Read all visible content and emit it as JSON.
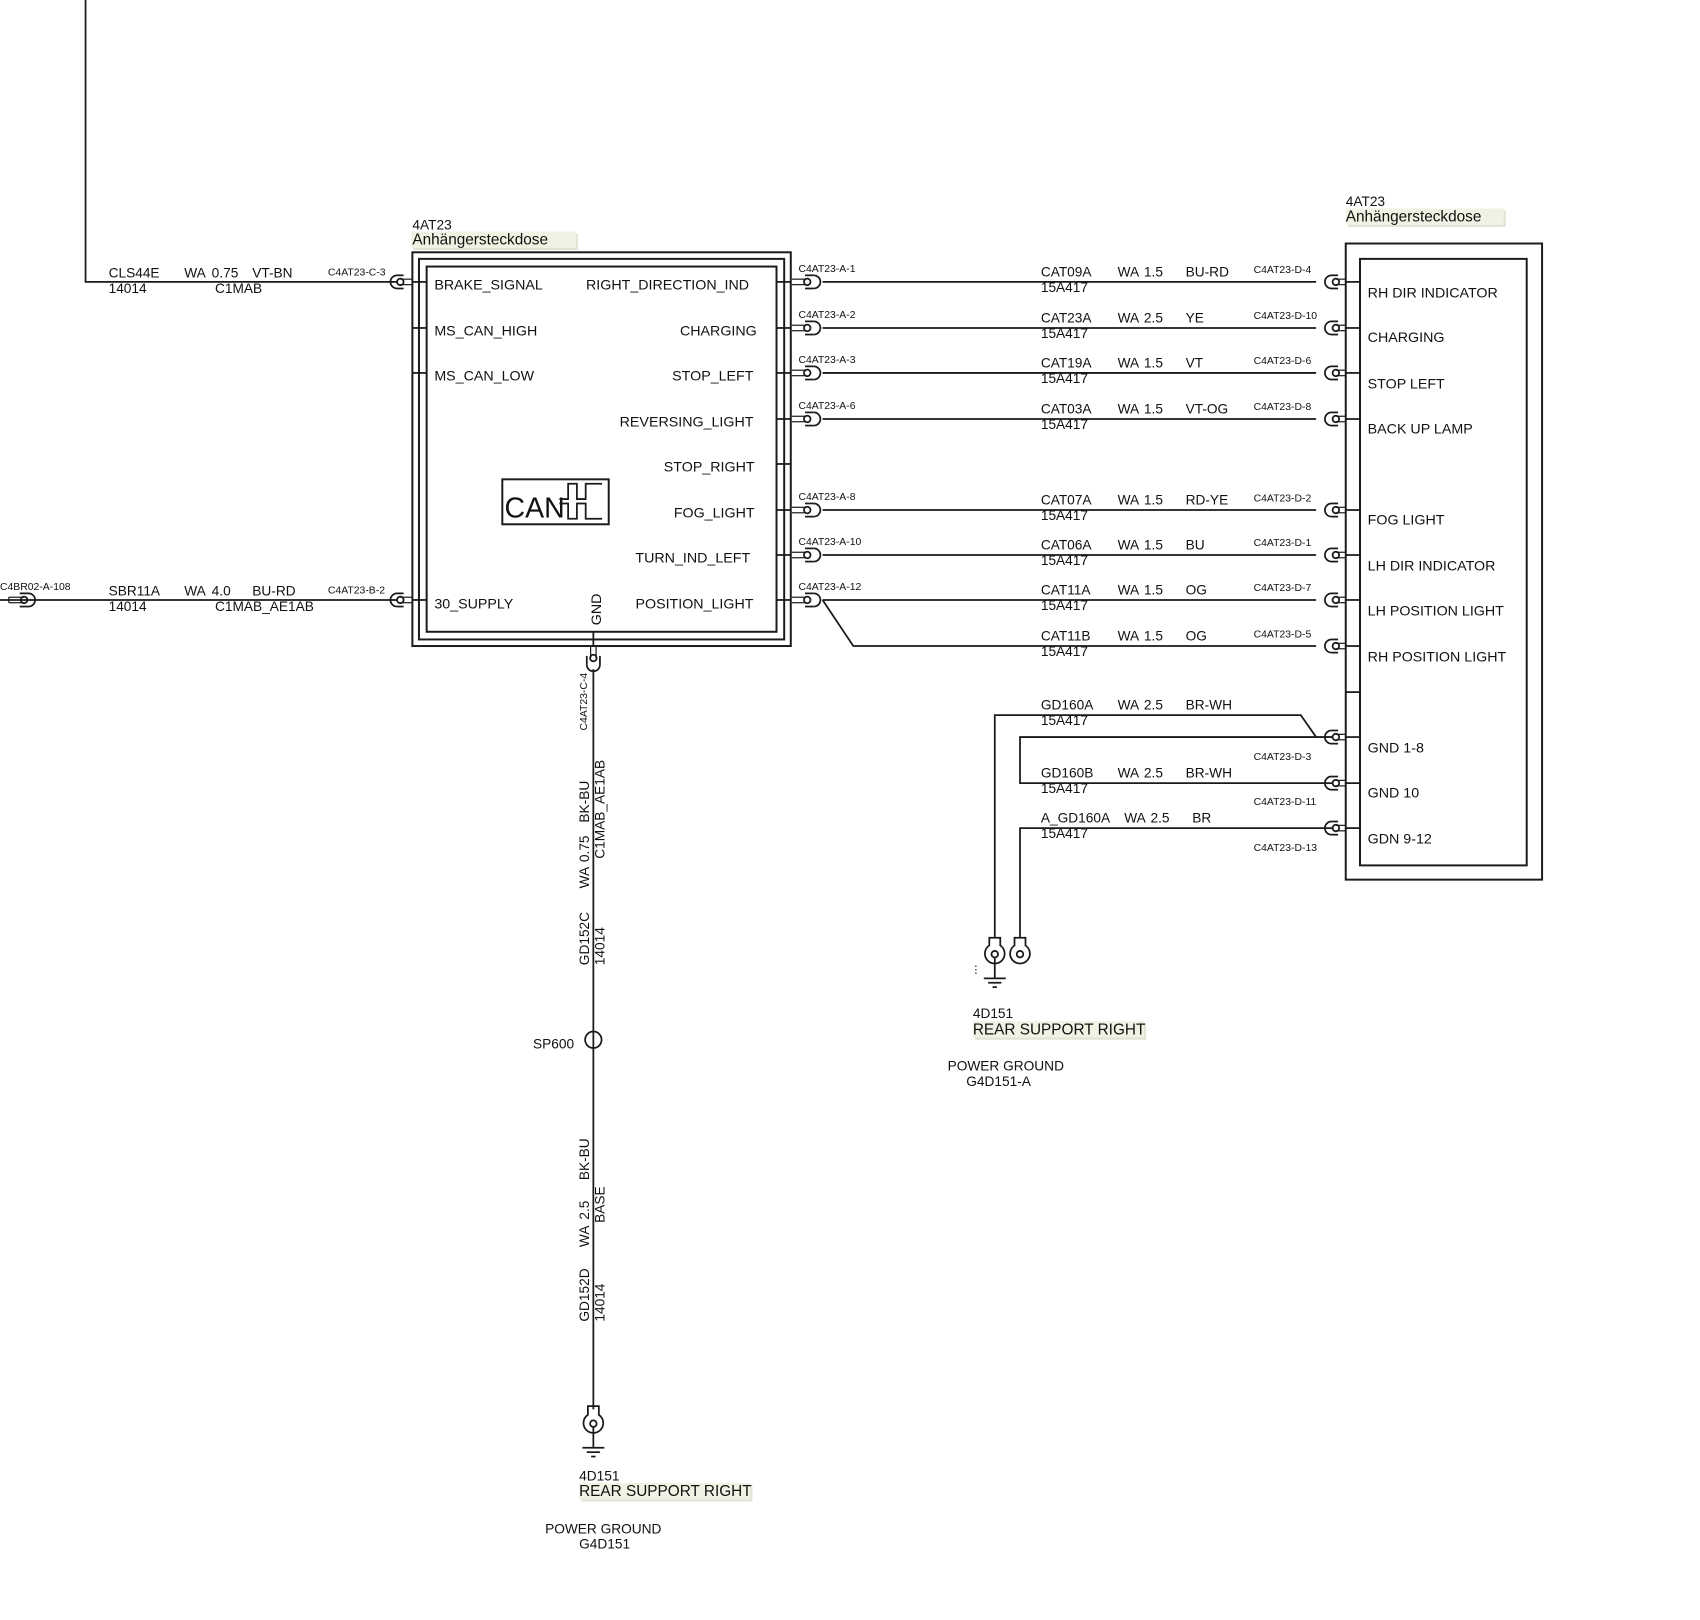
{
  "left_module": {
    "id": "4AT23",
    "name": "Anhängersteckdose",
    "icon": "can-bus-icon",
    "can_label": "CAN",
    "left_pins": [
      "BRAKE_SIGNAL",
      "MS_CAN_HIGH",
      "MS_CAN_LOW",
      "30_SUPPLY"
    ],
    "right_pins": [
      "RIGHT_DIRECTION_IND",
      "CHARGING",
      "STOP_LEFT",
      "REVERSING_LIGHT",
      "STOP_RIGHT",
      "FOG_LIGHT",
      "TURN_IND_LEFT",
      "POSITION_LIGHT"
    ],
    "bottom_pin": "GND"
  },
  "right_module": {
    "id": "4AT23",
    "name": "Anhängersteckdose",
    "pins": [
      "RH DIR INDICATOR",
      "CHARGING",
      "STOP LEFT",
      "BACK UP LAMP",
      "FOG LIGHT",
      "LH DIR INDICATOR",
      "LH POSITION LIGHT",
      "RH POSITION LIGHT",
      "GND 1-8",
      "GND 10",
      "GDN 9-12"
    ]
  },
  "left_wires": [
    {
      "circuit": "CLS44E",
      "harness": "14014",
      "type": "WA",
      "gauge": "0.75",
      "color": "VT-BN",
      "option": "C1MAB",
      "connector": "C4AT23-C-3"
    },
    {
      "circuit": "SBR11A",
      "harness": "14014",
      "type": "WA",
      "gauge": "4.0",
      "color": "BU-RD",
      "option": "C1MAB_AE1AB",
      "connector": "C4AT23-B-2",
      "source_connector": "C4BR02-A-108"
    }
  ],
  "right_wires": [
    {
      "circuit": "CAT09A",
      "harness": "15A417",
      "type": "WA",
      "gauge": "1.5",
      "color": "BU-RD",
      "from": "C4AT23-A-1",
      "to": "C4AT23-D-4"
    },
    {
      "circuit": "CAT23A",
      "harness": "15A417",
      "type": "WA",
      "gauge": "2.5",
      "color": "YE",
      "from": "C4AT23-A-2",
      "to": "C4AT23-D-10"
    },
    {
      "circuit": "CAT19A",
      "harness": "15A417",
      "type": "WA",
      "gauge": "1.5",
      "color": "VT",
      "from": "C4AT23-A-3",
      "to": "C4AT23-D-6"
    },
    {
      "circuit": "CAT03A",
      "harness": "15A417",
      "type": "WA",
      "gauge": "1.5",
      "color": "VT-OG",
      "from": "C4AT23-A-6",
      "to": "C4AT23-D-8"
    },
    {
      "circuit": "CAT07A",
      "harness": "15A417",
      "type": "WA",
      "gauge": "1.5",
      "color": "RD-YE",
      "from": "C4AT23-A-8",
      "to": "C4AT23-D-2"
    },
    {
      "circuit": "CAT06A",
      "harness": "15A417",
      "type": "WA",
      "gauge": "1.5",
      "color": "BU",
      "from": "C4AT23-A-10",
      "to": "C4AT23-D-1"
    },
    {
      "circuit": "CAT11A",
      "harness": "15A417",
      "type": "WA",
      "gauge": "1.5",
      "color": "OG",
      "from": "C4AT23-A-12",
      "to": "C4AT23-D-7"
    },
    {
      "circuit": "CAT11B",
      "harness": "15A417",
      "type": "WA",
      "gauge": "1.5",
      "color": "OG",
      "from": "",
      "to": "C4AT23-D-5"
    }
  ],
  "ground_wires": [
    {
      "circuit": "GD160A",
      "harness": "15A417",
      "type": "WA",
      "gauge": "2.5",
      "color": "BR-WH",
      "to": "C4AT23-D-3"
    },
    {
      "circuit": "GD160B",
      "harness": "15A417",
      "type": "WA",
      "gauge": "2.5",
      "color": "BR-WH",
      "to": "C4AT23-D-11"
    },
    {
      "circuit": "A_GD160A",
      "harness": "15A417",
      "type": "WA",
      "gauge": "2.5",
      "color": "BR",
      "to": "C4AT23-D-13"
    }
  ],
  "gnd_vertical": {
    "connector": "C4AT23-C-4",
    "upper": {
      "circuit": "GD152C",
      "harness": "14014",
      "type": "WA",
      "gauge": "0.75",
      "color": "BK-BU",
      "option": "C1MAB_AE1AB"
    },
    "splice": "SP600",
    "lower": {
      "circuit": "GD152D",
      "harness": "14014",
      "type": "WA",
      "gauge": "2.5",
      "color": "BK-BU",
      "option": "BASE"
    }
  },
  "ground_points": [
    {
      "id": "4D151",
      "location": "REAR SUPPORT RIGHT",
      "type": "POWER GROUND",
      "ref": "G4D151-A"
    },
    {
      "id": "4D151",
      "location": "REAR SUPPORT RIGHT",
      "type": "POWER GROUND",
      "ref": "G4D151"
    }
  ]
}
